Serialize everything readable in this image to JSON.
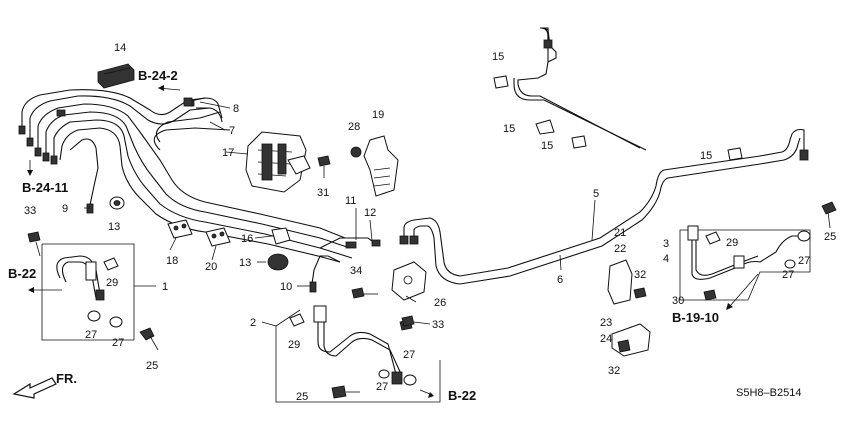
{
  "labels": {
    "l1": "1",
    "l2": "2",
    "l3": "3",
    "l4": "4",
    "l5": "5",
    "l6": "6",
    "l7": "7",
    "l8": "8",
    "l9": "9",
    "l10": "10",
    "l11": "11",
    "l12": "12",
    "l13a": "13",
    "l13b": "13",
    "l14": "14",
    "l15a": "15",
    "l15b": "15",
    "l15c": "15",
    "l15d": "15",
    "l16": "16",
    "l17": "17",
    "l18": "18",
    "l19": "19",
    "l20": "20",
    "l21": "21",
    "l22": "22",
    "l23": "23",
    "l24": "24",
    "l25a": "25",
    "l25b": "25",
    "l25c": "25",
    "l26": "26",
    "l27a": "27",
    "l27b": "27",
    "l27c": "27",
    "l27d": "27",
    "l27e": "27",
    "l27f": "27",
    "l28": "28",
    "l29a": "29",
    "l29b": "29",
    "l29c": "29",
    "l30": "30",
    "l31": "31",
    "l32a": "32",
    "l32b": "32",
    "l33a": "33",
    "l33b": "33",
    "l34": "34"
  },
  "refs": {
    "b24_2": "B-24-2",
    "b24_11": "B-24-11",
    "b22_left": "B-22",
    "b22_bottom": "B-22",
    "b19_10": "B-19-10"
  },
  "direction": "FR.",
  "diagram_code": "S5H8–B2514"
}
